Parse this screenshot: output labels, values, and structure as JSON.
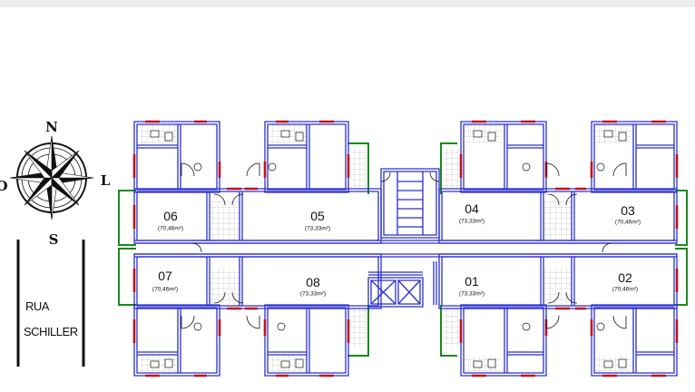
{
  "compass": {
    "north": "N",
    "south": "S",
    "east": "L",
    "west": "O"
  },
  "street": {
    "line1": "RUA",
    "line2": "SCHILLER"
  },
  "units": [
    {
      "number": "06",
      "area": "(70,46m²)"
    },
    {
      "number": "05",
      "area": "(73,33m²)"
    },
    {
      "number": "04",
      "area": "(73,33m²)"
    },
    {
      "number": "03",
      "area": "(70,46m²)"
    },
    {
      "number": "07",
      "area": "(70,46m²)"
    },
    {
      "number": "08",
      "area": "(73,33m²)"
    },
    {
      "number": "01",
      "area": "(73,33m²)"
    },
    {
      "number": "02",
      "area": "(70,46m²)"
    }
  ],
  "colors": {
    "wall": "#2a2fd0",
    "window": "#c0121a",
    "balcony": "#1a8a1a",
    "tile": "#bfbfbf",
    "ink": "#111111"
  }
}
